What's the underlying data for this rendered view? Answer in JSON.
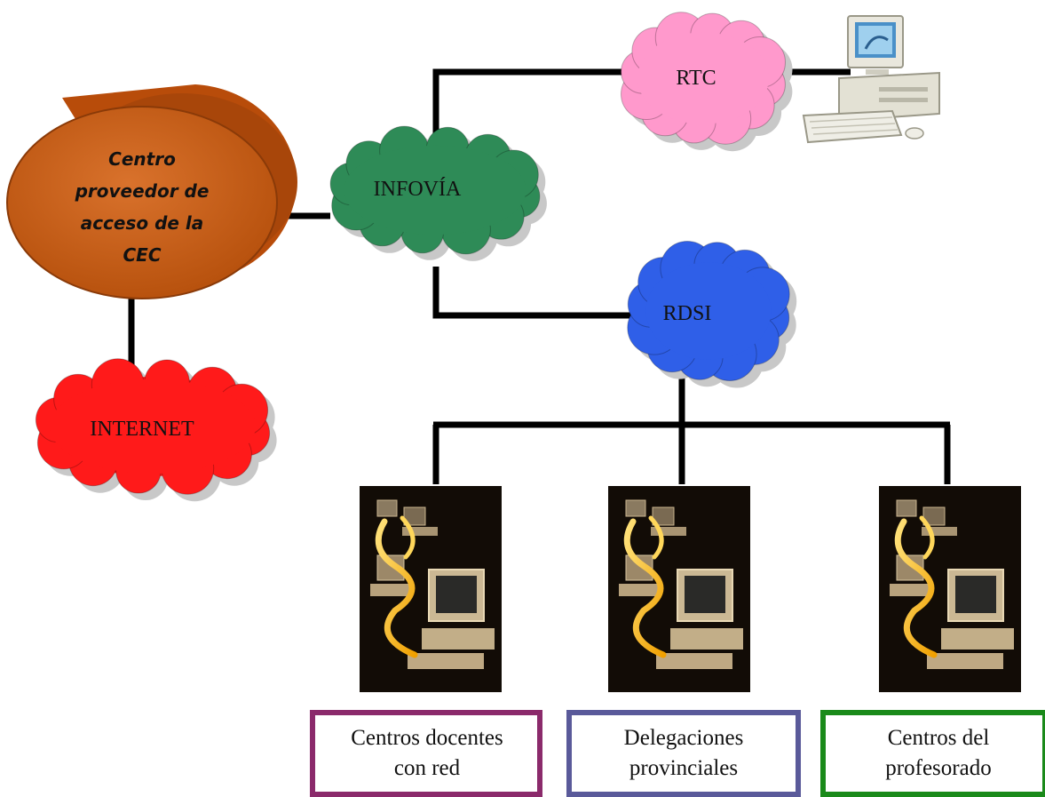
{
  "nodes": {
    "access_center": {
      "lines": [
        "Centro",
        "proveedor de",
        "acceso de la",
        "CEC"
      ],
      "color": "#c45a14"
    },
    "infovia": {
      "label": "INFOVÍA",
      "color": "#2e8b57"
    },
    "rtc": {
      "label": "RTC",
      "color": "#ff99cc"
    },
    "rdsi": {
      "label": "RDSI",
      "color": "#2f5fe8"
    },
    "internet": {
      "label": "INTERNET",
      "color": "#ff1a1a"
    }
  },
  "destinations": [
    {
      "lines": [
        "Centros docentes",
        "con red"
      ],
      "border_color": "#8b2a6b"
    },
    {
      "lines": [
        "Delegaciones",
        "provinciales"
      ],
      "border_color": "#5a5a9a"
    },
    {
      "lines": [
        "Centros del",
        "profesorado"
      ],
      "border_color": "#1a8a1a"
    }
  ],
  "icons": {
    "home_pc": "desktop-computer-icon",
    "network_photo": "networked-computers-photo"
  }
}
